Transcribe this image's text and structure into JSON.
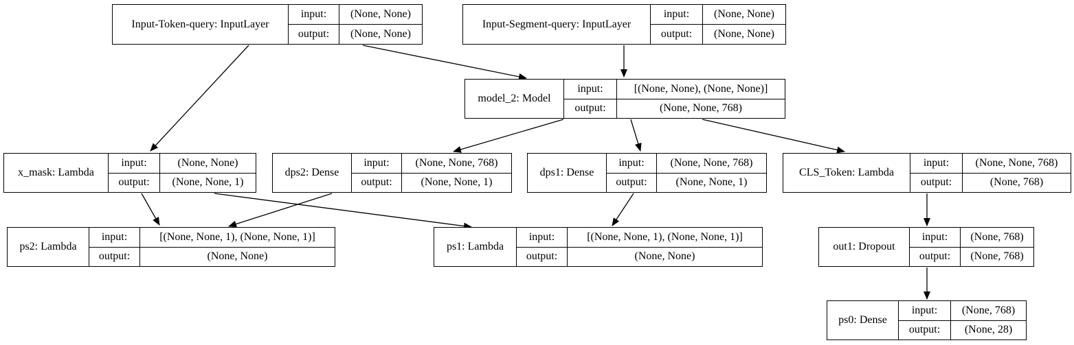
{
  "nodes": {
    "input_token": {
      "name": "Input-Token-query: InputLayer",
      "input_label": "input:",
      "input": "(None, None)",
      "output_label": "output:",
      "output": "(None, None)"
    },
    "input_segment": {
      "name": "Input-Segment-query: InputLayer",
      "input_label": "input:",
      "input": "(None, None)",
      "output_label": "output:",
      "output": "(None, None)"
    },
    "model_2": {
      "name": "model_2: Model",
      "input_label": "input:",
      "input": "[(None, None), (None, None)]",
      "output_label": "output:",
      "output": "(None, None, 768)"
    },
    "x_mask": {
      "name": "x_mask: Lambda",
      "input_label": "input:",
      "input": "(None, None)",
      "output_label": "output:",
      "output": "(None, None, 1)"
    },
    "dps2": {
      "name": "dps2: Dense",
      "input_label": "input:",
      "input": "(None, None, 768)",
      "output_label": "output:",
      "output": "(None, None, 1)"
    },
    "dps1": {
      "name": "dps1: Dense",
      "input_label": "input:",
      "input": "(None, None, 768)",
      "output_label": "output:",
      "output": "(None, None, 1)"
    },
    "cls_token": {
      "name": "CLS_Token: Lambda",
      "input_label": "input:",
      "input": "(None, None, 768)",
      "output_label": "output:",
      "output": "(None, 768)"
    },
    "ps2": {
      "name": "ps2: Lambda",
      "input_label": "input:",
      "input": "[(None, None, 1), (None, None, 1)]",
      "output_label": "output:",
      "output": "(None, None)"
    },
    "ps1": {
      "name": "ps1: Lambda",
      "input_label": "input:",
      "input": "[(None, None, 1), (None, None, 1)]",
      "output_label": "output:",
      "output": "(None, None)"
    },
    "out1": {
      "name": "out1: Dropout",
      "input_label": "input:",
      "input": "(None, 768)",
      "output_label": "output:",
      "output": "(None, 768)"
    },
    "ps0": {
      "name": "ps0: Dense",
      "input_label": "input:",
      "input": "(None, 768)",
      "output_label": "output:",
      "output": "(None, 28)"
    }
  },
  "edges": [
    {
      "from": "input_token",
      "to": "x_mask"
    },
    {
      "from": "input_token",
      "to": "model_2"
    },
    {
      "from": "input_segment",
      "to": "model_2"
    },
    {
      "from": "model_2",
      "to": "dps2"
    },
    {
      "from": "model_2",
      "to": "dps1"
    },
    {
      "from": "model_2",
      "to": "cls_token"
    },
    {
      "from": "x_mask",
      "to": "ps2"
    },
    {
      "from": "x_mask",
      "to": "ps1"
    },
    {
      "from": "dps2",
      "to": "ps2"
    },
    {
      "from": "dps1",
      "to": "ps1"
    },
    {
      "from": "cls_token",
      "to": "out1"
    },
    {
      "from": "out1",
      "to": "ps0"
    }
  ]
}
